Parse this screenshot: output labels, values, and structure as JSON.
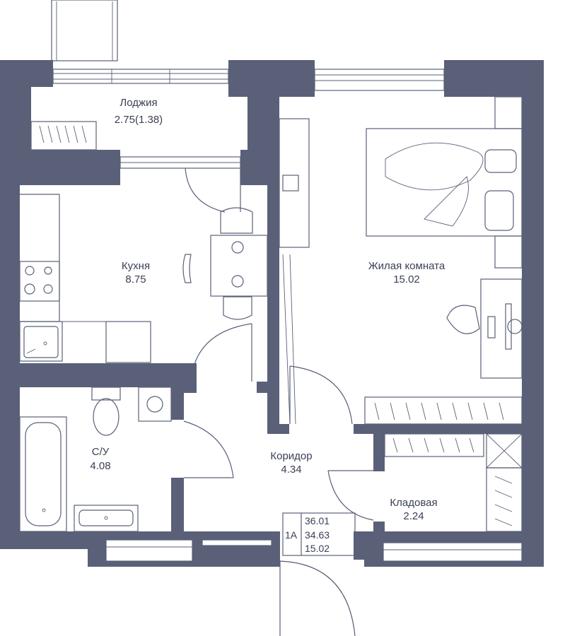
{
  "colors": {
    "wall": "#5a6078",
    "text": "#3a3f55",
    "background": "#ffffff"
  },
  "rooms": [
    {
      "id": "loggia",
      "name": "Лоджия",
      "area": "2.75(1.38)"
    },
    {
      "id": "kitchen",
      "name": "Кухня",
      "area": "8.75"
    },
    {
      "id": "living",
      "name": "Жилая комната",
      "area": "15.02"
    },
    {
      "id": "bathroom",
      "name": "С/У",
      "area": "4.08"
    },
    {
      "id": "corridor",
      "name": "Коридор",
      "area": "4.34"
    },
    {
      "id": "storage",
      "name": "Кладовая",
      "area": "2.24"
    }
  ],
  "apartment": {
    "type": "1А",
    "total_area": "36.01",
    "area_without_loggia": "34.63",
    "living_area": "15.02"
  }
}
